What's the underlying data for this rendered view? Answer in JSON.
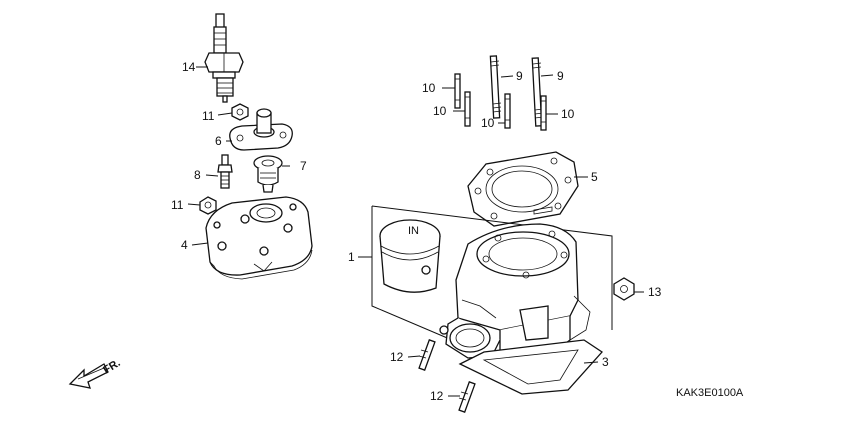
{
  "diagram": {
    "code": "KAK3E0100A",
    "front_label": "FR.",
    "callouts": {
      "c1": "1",
      "c3": "3",
      "c4": "4",
      "c5": "5",
      "c6": "6",
      "c7": "7",
      "c8": "8",
      "c9a": "9",
      "c9b": "9",
      "c10a": "10",
      "c10b": "10",
      "c10c": "10",
      "c10d": "10",
      "c11a": "11",
      "c11b": "11",
      "c12a": "12",
      "c12b": "12",
      "c13": "13",
      "c14": "14"
    }
  }
}
